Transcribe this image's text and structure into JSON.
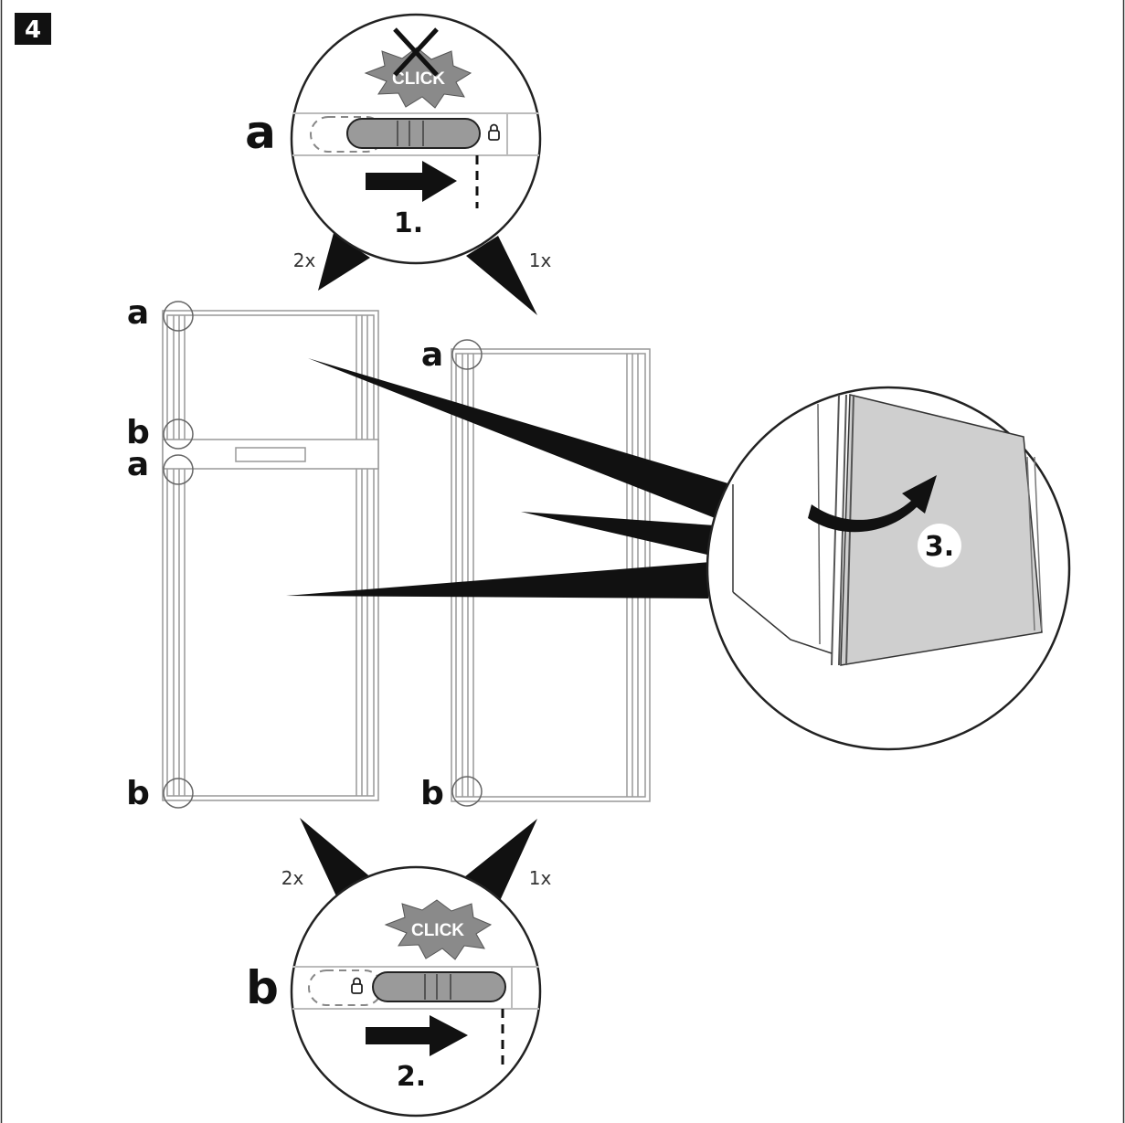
{
  "step_badge": "4",
  "zoom_top": {
    "part_letter": "a",
    "click_text": "CLICK",
    "step_label": "1.",
    "count_left": "2x",
    "count_right": "1x"
  },
  "zoom_bottom": {
    "part_letter": "b",
    "click_text": "CLICK",
    "step_label": "2.",
    "count_left": "2x",
    "count_right": "1x"
  },
  "zoom_right": {
    "step_label": "3."
  },
  "fridge_left": {
    "labels": [
      "a",
      "b",
      "a",
      "b"
    ]
  },
  "fridge_right": {
    "labels": [
      "a",
      "b"
    ]
  },
  "colors": {
    "ink": "#111111",
    "handle_gray": "#9a9a9a",
    "door_gray": "#cfcfcf",
    "click_burst": "#8a8a8a"
  }
}
